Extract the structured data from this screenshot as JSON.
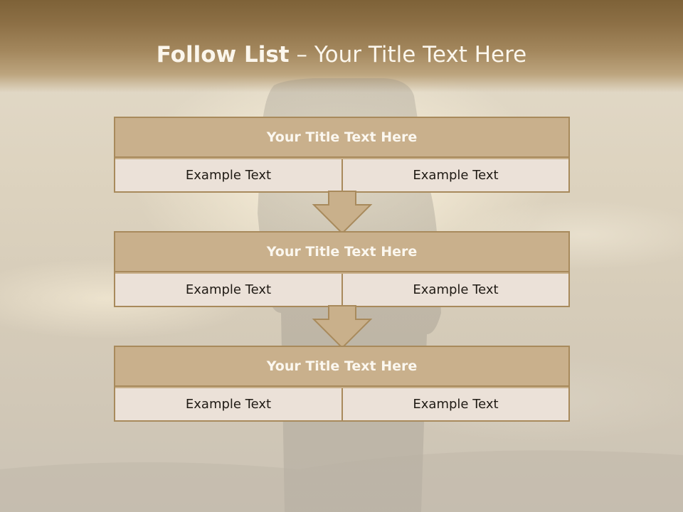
{
  "slide": {
    "title_bold": "Follow List",
    "title_rest": "– Your Title Text Here"
  },
  "blocks": [
    {
      "title": "Your Title Text Here",
      "left": "Example Text",
      "right": "Example Text"
    },
    {
      "title": "Your Title Text Here",
      "left": "Example Text",
      "right": "Example Text"
    },
    {
      "title": "Your Title Text Here",
      "left": "Example Text",
      "right": "Example Text"
    }
  ],
  "colors": {
    "accent": "#c9b08b",
    "border": "#a88a5c",
    "cell_fill": "#ebe1d8",
    "header_band": "#8c6f45"
  },
  "icons": [
    "down-arrow-icon",
    "down-arrow-icon"
  ]
}
